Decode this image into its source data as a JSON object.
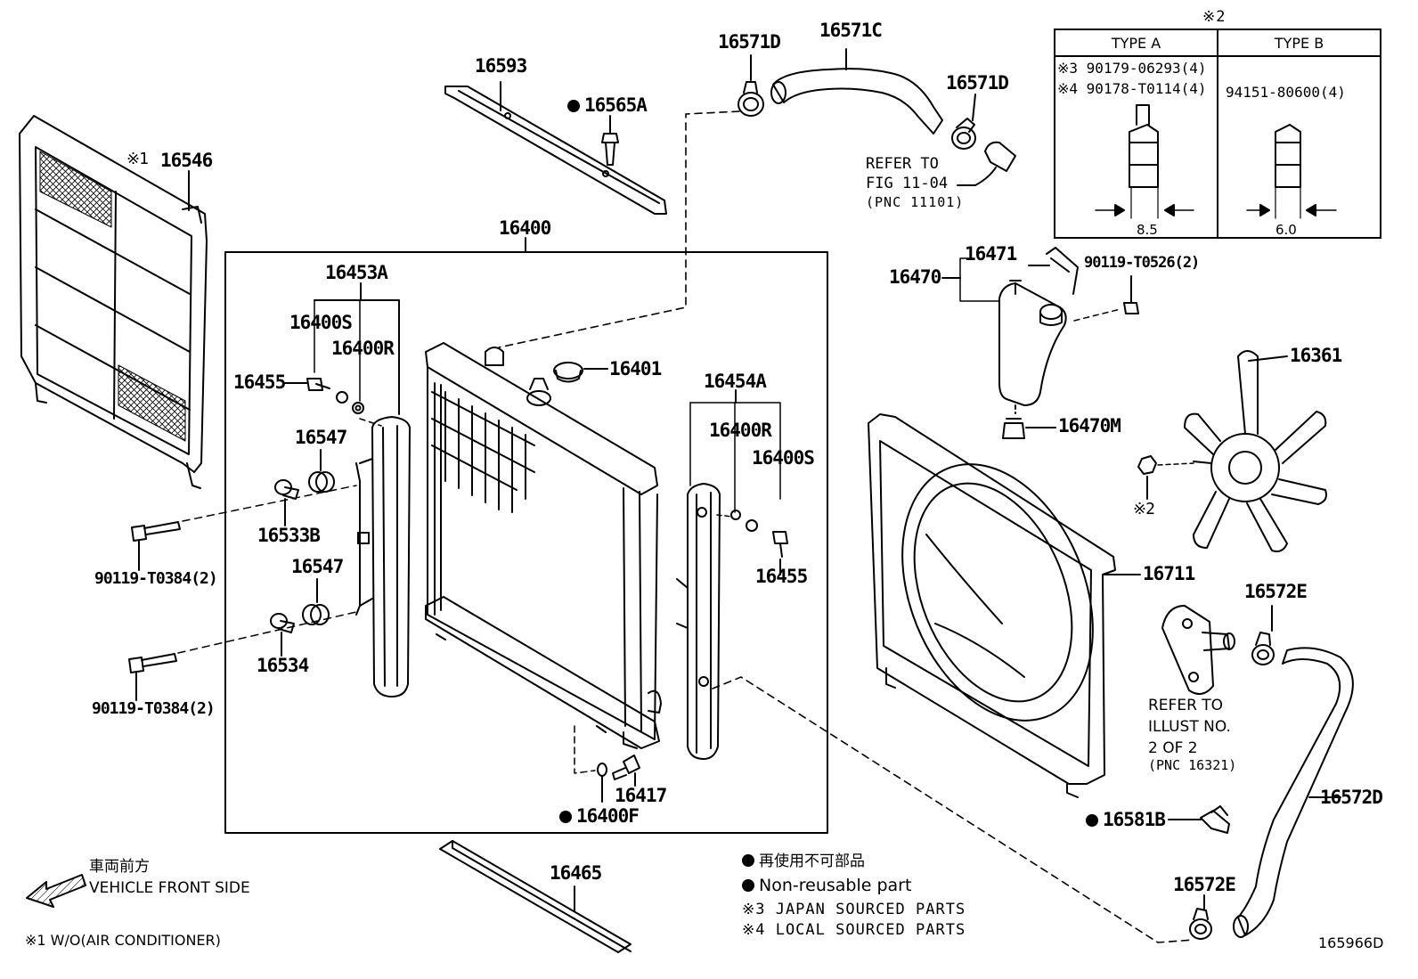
{
  "main_assembly": {
    "number": "16400"
  },
  "labels": {
    "p16546": "16546",
    "p16546_mark": "※1",
    "p16593": "16593",
    "p16565A": "16565A",
    "p16571D_top": "16571D",
    "p16571C": "16571C",
    "p16571D_right": "16571D",
    "refer_fig_line1": "REFER TO",
    "refer_fig_line2": "FIG 11-04",
    "refer_fig_line3": "(PNC 11101)",
    "p16453A": "16453A",
    "p16400S_left": "16400S",
    "p16400R_left": "16400R",
    "p16455_left": "16455",
    "p16401": "16401",
    "p16454A": "16454A",
    "p16400R_right": "16400R",
    "p16400S_right": "16400S",
    "p16455_right": "16455",
    "p16547_upper": "16547",
    "p16533B": "16533B",
    "p16547_lower": "16547",
    "p16534": "16534",
    "bolt_upper": "90119-T0384(2)",
    "bolt_lower": "90119-T0384(2)",
    "p16417": "16417",
    "p16400F": "16400F",
    "p16465": "16465",
    "p16470": "16470",
    "p16471": "16471",
    "bolt_tank": "90119-T0526(2)",
    "p16470M": "16470M",
    "p16361": "16361",
    "note2_mark": "※2",
    "p16711": "16711",
    "p16572E_top": "16572E",
    "refer_illust_line1": "REFER TO",
    "refer_illust_line2": "ILLUST NO.",
    "refer_illust_line3": "2 OF 2",
    "refer_illust_line4": "(PNC 16321)",
    "p16572D": "16572D",
    "p16581B": "16581B",
    "p16572E_bottom": "16572E"
  },
  "type_table": {
    "note_mark": "※2",
    "type_a": {
      "header": "TYPE A",
      "line1": "※3 90179-06293(4)",
      "line2": "※4 90178-T0114(4)",
      "dimension": "8.5"
    },
    "type_b": {
      "header": "TYPE B",
      "line1": "94151-80600(4)",
      "dimension": "6.0"
    }
  },
  "legend": {
    "direction_jp": "車両前方",
    "direction_en": "VEHICLE FRONT SIDE",
    "non_reusable_jp": "再使用不可部品",
    "non_reusable_en": "Non-reusable part",
    "note3": "※3 JAPAN SOURCED PARTS",
    "note4": "※4 LOCAL SOURCED PARTS",
    "note1": "※1 W/O(AIR CONDITIONER)"
  },
  "figure_id": "165966D"
}
